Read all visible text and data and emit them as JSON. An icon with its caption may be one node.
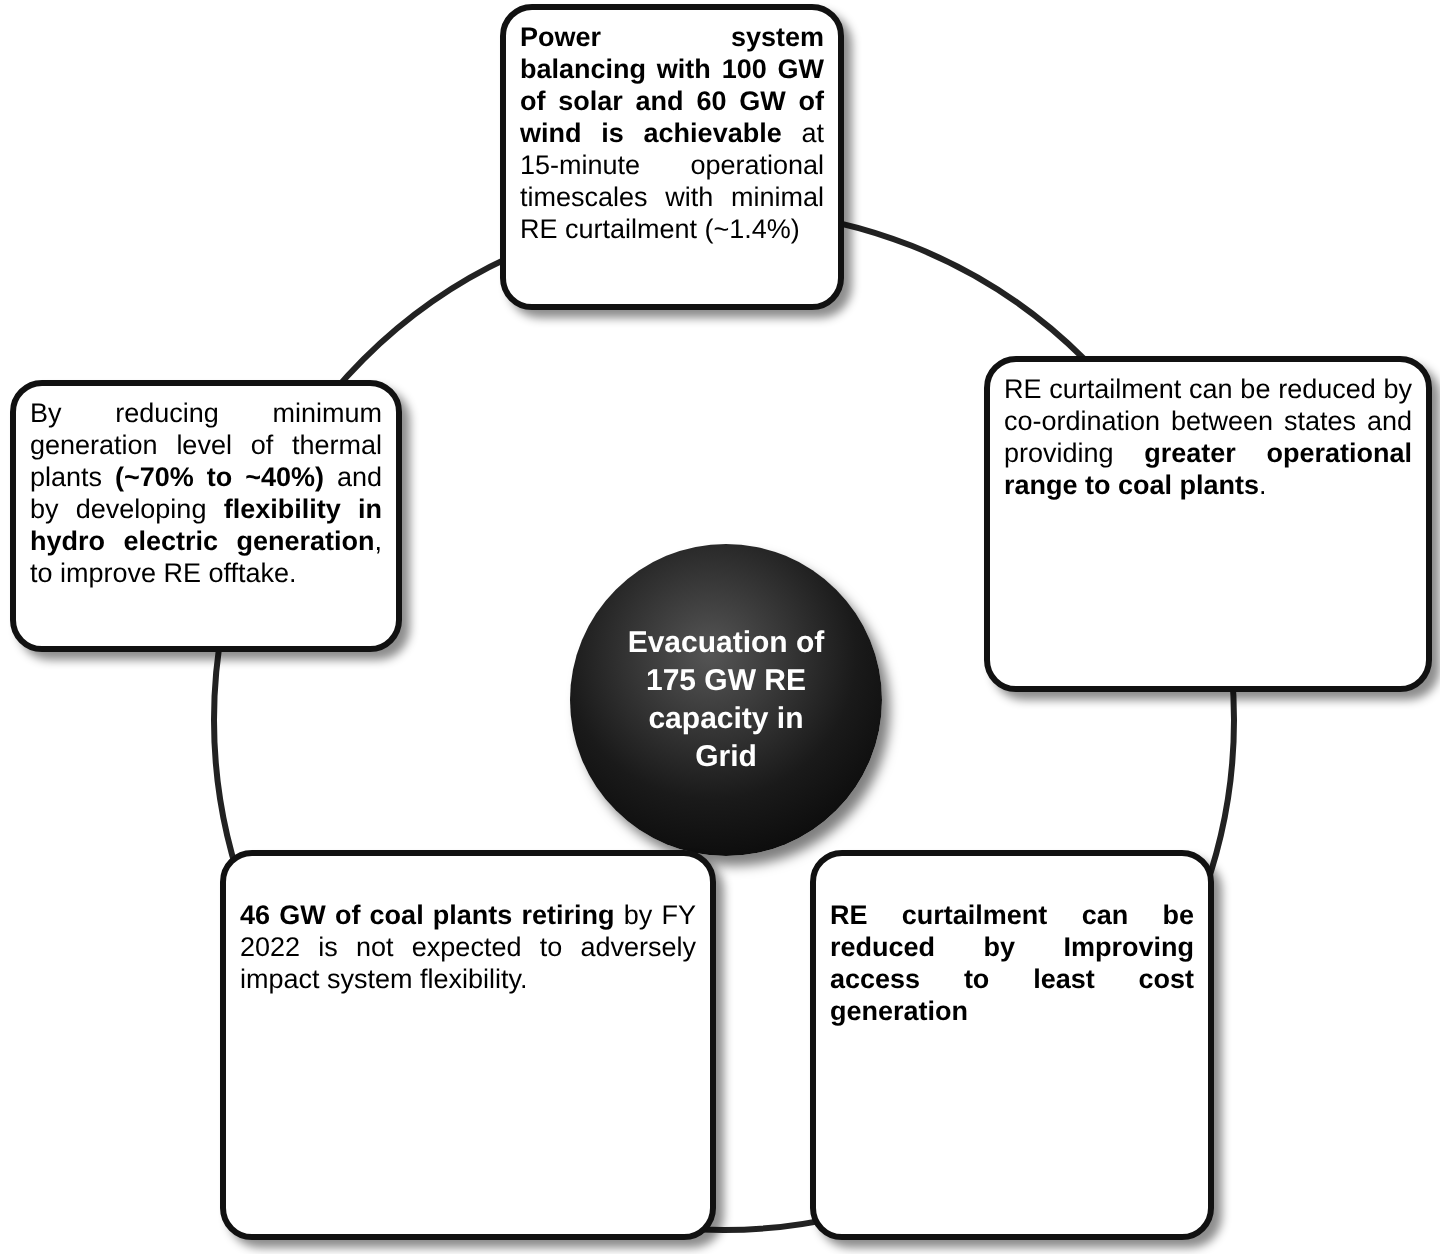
{
  "diagram": {
    "nodes": [
      {
        "text": [
          "**Power system balancing with 100 GW of solar and 60 GW of wind is achievable** at 15-minute operational timescales with minimal RE curtailment (~1.4%)"
        ]
      },
      {
        "text": [
          "By reducing minimum generation level of thermal plants **(~70% to ~40%)** and by developing **flexibility in hydro electric generation**, to improve RE offtake."
        ]
      },
      {
        "text": [
          "Evacuation of 175 GW RE capacity in Grid"
        ]
      },
      {
        "text": [
          "RE curtailment can be reduced by co-ordination between states and providing **greater operational range to coal plants**."
        ]
      },
      {
        "text": [
          "**46 GW of coal plants retiring** by FY 2022 is not expected to adversely impact system flexibility."
        ]
      },
      {
        "text": [
          "**RE curtailment can be reduced by Improving access to least cost generation**"
        ]
      }
    ]
  }
}
